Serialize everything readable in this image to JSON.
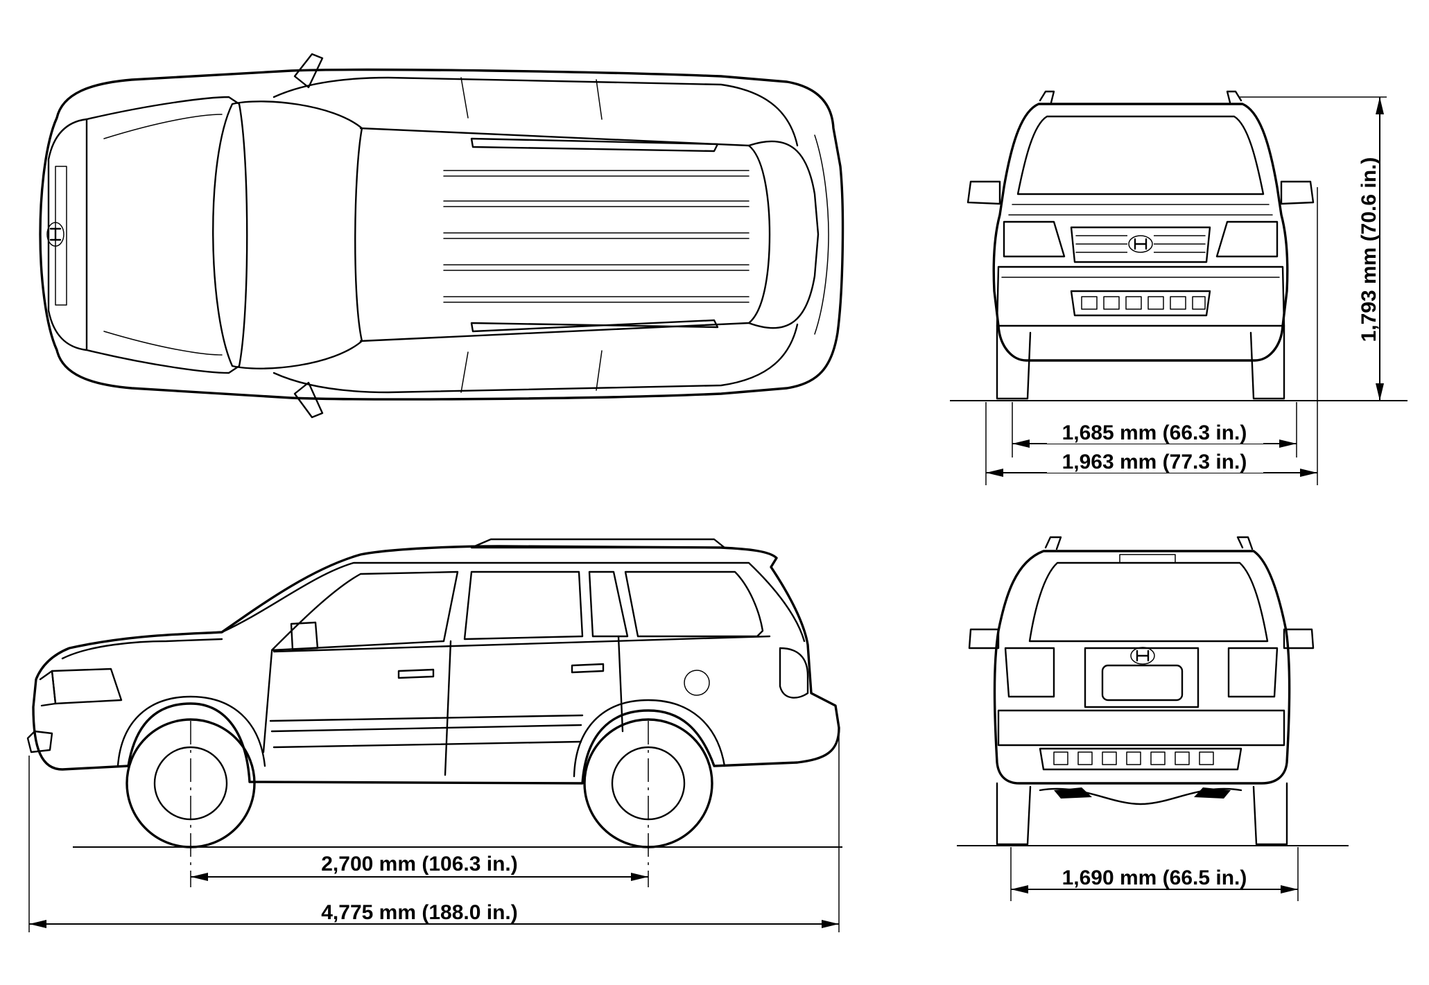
{
  "dimensions": {
    "front_track": "1,685 mm (66.3 in.)",
    "overall_width": "1,963 mm (77.3 in.)",
    "overall_height": "1,793 mm (70.6 in.)",
    "wheelbase": "2,700 mm (106.3 in.)",
    "overall_length": "4,775 mm (188.0 in.)",
    "rear_track": "1,690 mm (66.5 in.)"
  },
  "colors": {
    "ink": "#000000",
    "paper": "#ffffff"
  }
}
